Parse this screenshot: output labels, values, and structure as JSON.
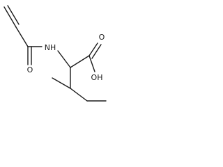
{
  "molecule": {
    "atoms": {
      "carbonyl_oxygen_amide": "O",
      "amide_nitrogen": "NH",
      "carbonyl_oxygen_acid": "O",
      "hydroxyl": "OH"
    }
  }
}
